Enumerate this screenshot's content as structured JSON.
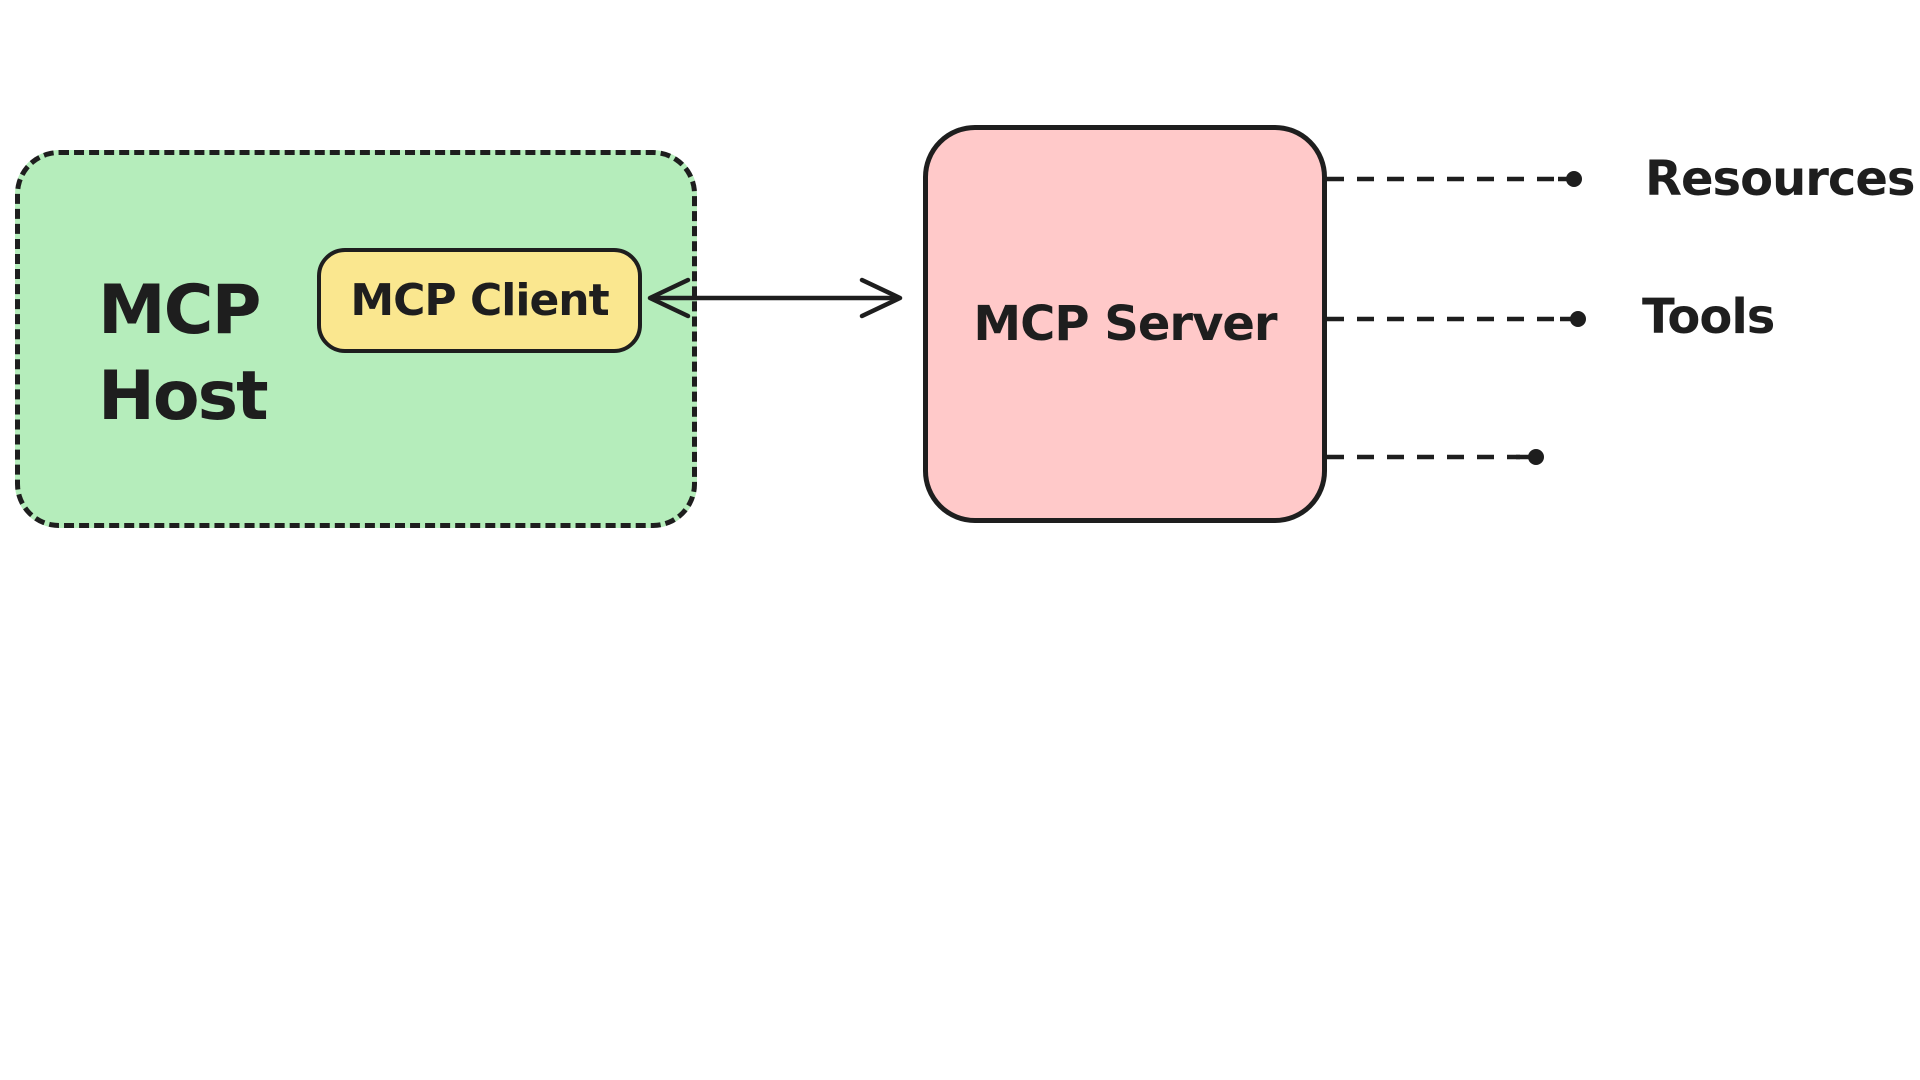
{
  "diagram": {
    "host": {
      "label": "MCP\nHost"
    },
    "client": {
      "label": "MCP Client"
    },
    "server": {
      "label": "MCP Server"
    },
    "capabilities": [
      {
        "label": "Resources"
      },
      {
        "label": "Tools"
      }
    ]
  },
  "colors": {
    "background": "#ffffff",
    "stroke": "#1e1e1e",
    "host_fill": "#b5edbb",
    "client_fill": "#fae78f",
    "server_fill": "#ffc9c9"
  }
}
